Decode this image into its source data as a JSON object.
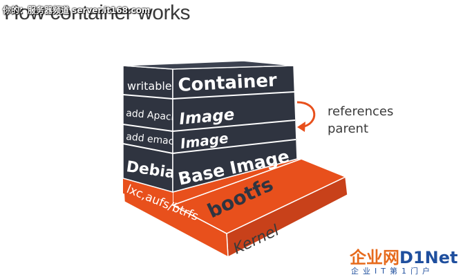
{
  "title": "How container works",
  "watermark": "你的：服务器频道 server.it168.com",
  "layers": {
    "container": {
      "side_label": "writable",
      "front_label": "Container"
    },
    "image_apache": {
      "side_label": "add Apache",
      "front_label": "Image"
    },
    "image_emacs": {
      "side_label": "add emacs",
      "front_label": "Image"
    },
    "base_image": {
      "side_label": "Debian",
      "front_label": "Base Image"
    },
    "bootfs": {
      "side_label": "lxc,aufs/btrfs",
      "front_label": "bootfs"
    },
    "kernel": {
      "front_label": "Kernel"
    }
  },
  "annotation": {
    "line1": "references",
    "line2": "parent"
  },
  "logo": {
    "cn": "企业网",
    "en": "D1Net",
    "subtitle": "企业IT第1门户"
  },
  "colors": {
    "dark": "#2f3440",
    "orange": "#e8501c",
    "text": "#3a3a3a"
  }
}
